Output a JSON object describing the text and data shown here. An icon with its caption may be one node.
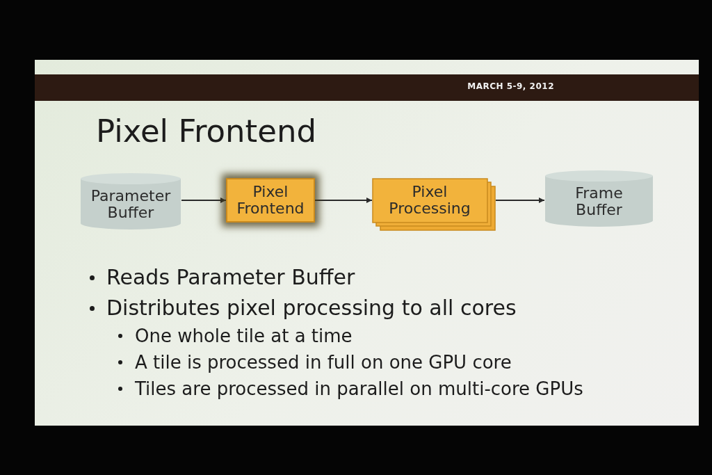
{
  "diagram": {
    "title": "Pixel Frontend",
    "nodes": [
      {
        "text": [
          "Parameter Buffer"
        ]
      },
      {
        "text": [
          "Pixel Frontend"
        ]
      },
      {
        "text": [
          "Pixel Processing"
        ]
      },
      {
        "text": [
          "Frame Buffer"
        ]
      }
    ],
    "edges": [
      {
        "from": 0,
        "to": 1,
        "arrow": "to"
      },
      {
        "from": 1,
        "to": 2,
        "arrow": "to"
      },
      {
        "from": 2,
        "to": 3,
        "arrow": "to"
      }
    ],
    "labels": [
      "MARCH 5-9, 2012",
      "Reads Parameter Buffer",
      "Distributes pixel processing to all cores",
      "One whole tile at a time",
      "A tile is processed in full on one GPU core",
      "Tiles are processed in parallel on multi-core GPUs"
    ]
  }
}
